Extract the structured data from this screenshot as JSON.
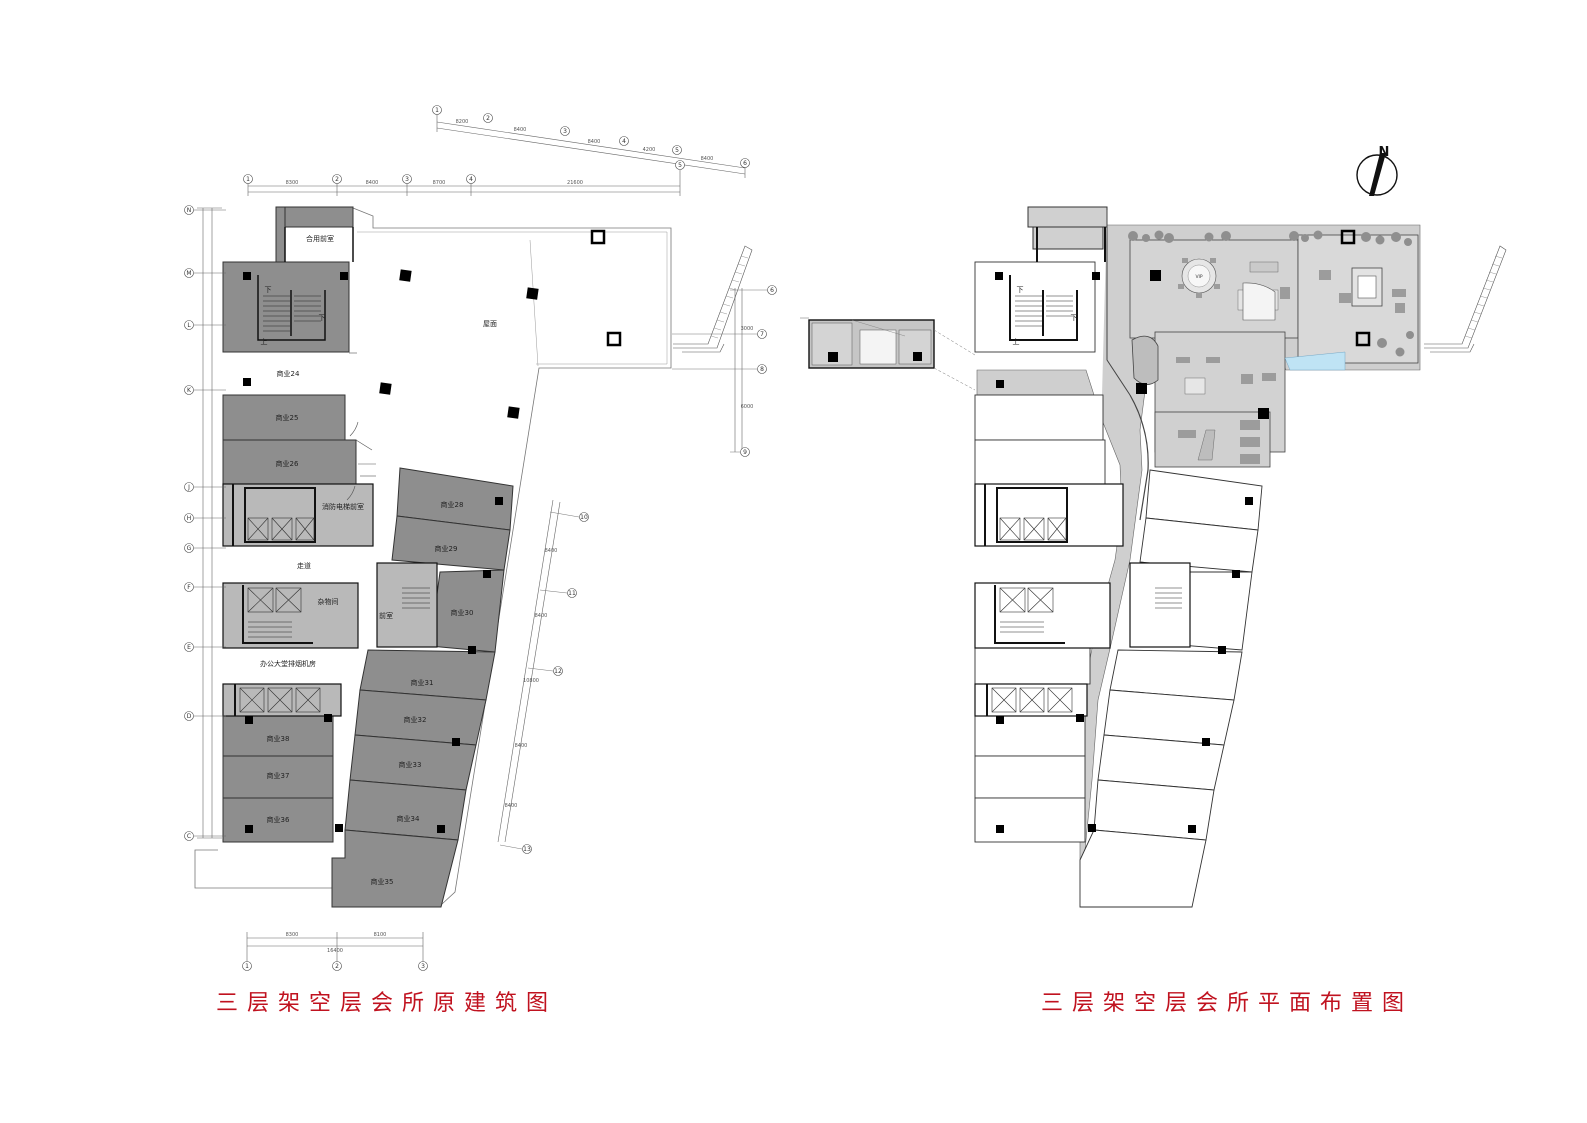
{
  "captions": {
    "original": "三层架空层会所原建筑图",
    "layout": "三层架空层会所平面布置图"
  },
  "compass": {
    "label": "N"
  },
  "left_plan": {
    "rooms": [
      {
        "key": "r1",
        "label": "合用前室"
      },
      {
        "key": "r2",
        "label": "屋面"
      },
      {
        "key": "r3",
        "label": "商业24"
      },
      {
        "key": "r4",
        "label": "商业25"
      },
      {
        "key": "r5",
        "label": "商业26"
      },
      {
        "key": "r6",
        "label": "消防电梯前室"
      },
      {
        "key": "r7",
        "label": "商业28"
      },
      {
        "key": "r8",
        "label": "商业29"
      },
      {
        "key": "r9",
        "label": "走道"
      },
      {
        "key": "r10",
        "label": "杂物间"
      },
      {
        "key": "r11",
        "label": "商业30"
      },
      {
        "key": "r12",
        "label": "前室"
      },
      {
        "key": "r13",
        "label": "办公大堂排烟机房"
      },
      {
        "key": "r14",
        "label": "商业31"
      },
      {
        "key": "r15",
        "label": "商业32"
      },
      {
        "key": "r16",
        "label": "商业38"
      },
      {
        "key": "r17",
        "label": "商业33"
      },
      {
        "key": "r18",
        "label": "商业37"
      },
      {
        "key": "r19",
        "label": "商业34"
      },
      {
        "key": "r20",
        "label": "商业36"
      },
      {
        "key": "r21",
        "label": "商业35"
      }
    ],
    "stair_marks": [
      "下",
      "下",
      "上"
    ]
  },
  "right_plan": {
    "rooms": [
      {
        "key": "q1",
        "label": "VIP"
      }
    ],
    "stair_marks": [
      "下",
      "下",
      "上"
    ]
  },
  "axes": {
    "left_v": [
      "N",
      "M",
      "L",
      "K",
      "J",
      "H",
      "G",
      "F",
      "E",
      "D",
      "C"
    ],
    "left_h_top": [
      "1",
      "2",
      "3",
      "4",
      "5"
    ],
    "left_h_bottom": [
      "1",
      "2",
      "3"
    ],
    "slant_top": [
      "1",
      "2",
      "3",
      "4",
      "5",
      "6"
    ],
    "slant_mid": [
      "6",
      "7",
      "8",
      "9",
      "10",
      "11",
      "12",
      "13"
    ]
  }
}
